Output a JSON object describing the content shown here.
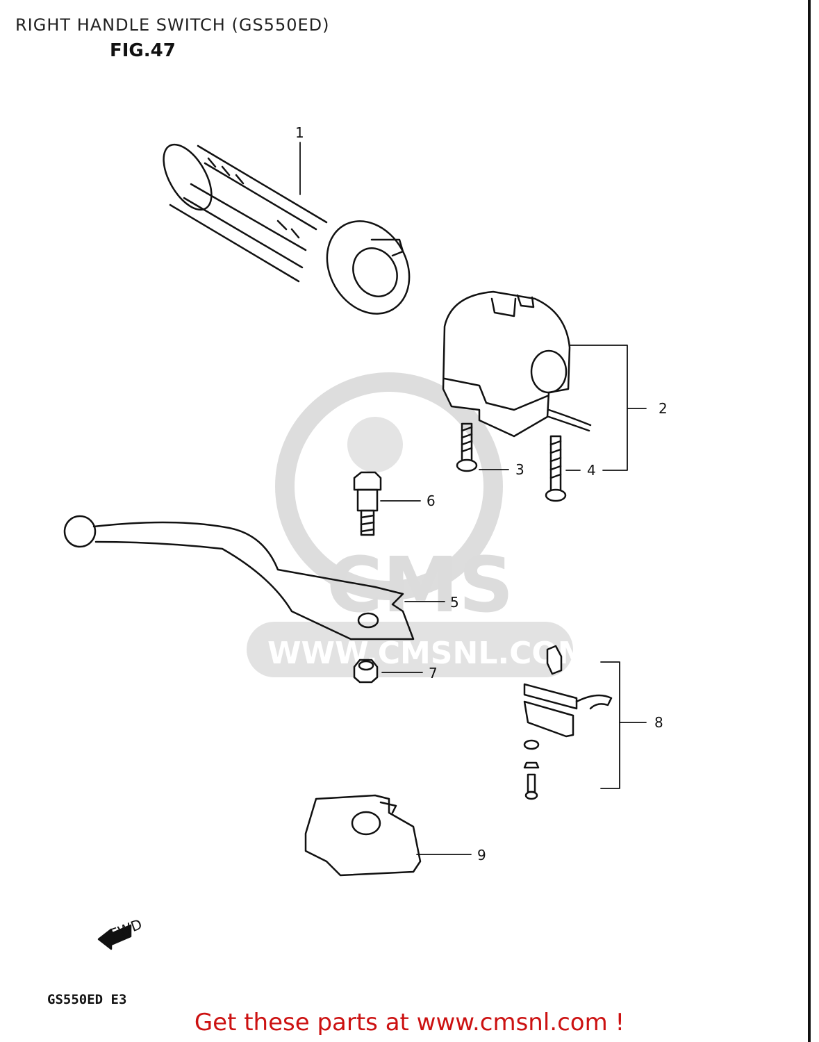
{
  "header": {
    "title": "RIGHT HANDLE SWITCH (GS550ED)",
    "fig_label": "FIG.47"
  },
  "callouts": [
    {
      "number": "1",
      "part": "grip"
    },
    {
      "number": "2",
      "part": "handle-switch-assembly"
    },
    {
      "number": "3",
      "part": "screw-short"
    },
    {
      "number": "4",
      "part": "screw-long"
    },
    {
      "number": "5",
      "part": "front-brake-lever"
    },
    {
      "number": "6",
      "part": "lever-pivot-bolt"
    },
    {
      "number": "7",
      "part": "nut"
    },
    {
      "number": "8",
      "part": "brake-light-switch-set"
    },
    {
      "number": "9",
      "part": "lever-boot"
    }
  ],
  "fwd_label": "FWD",
  "watermark": {
    "brand": "CMS",
    "url": "WWW.CMSNL.COM"
  },
  "model_code": "GS550ED  E3",
  "footer": {
    "text": "Get these parts at www.cmsnl.com !"
  },
  "colors": {
    "footer": "#cc1111",
    "watermark": "#dddddd",
    "line": "#111111"
  }
}
